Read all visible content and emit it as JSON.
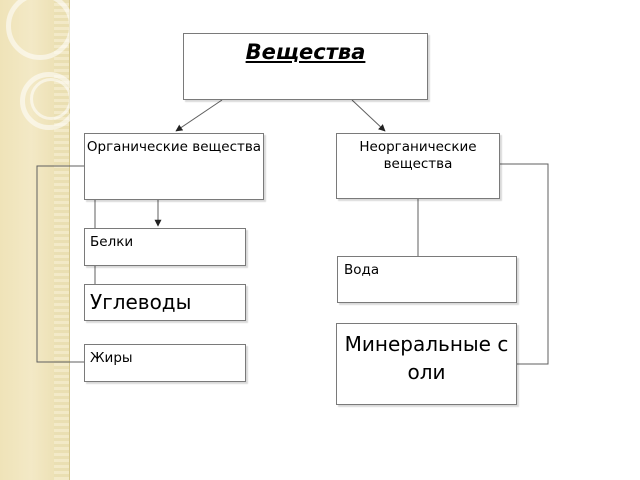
{
  "diagram": {
    "root": {
      "label": "Вещества"
    },
    "organic": {
      "label": "Органические вещества",
      "children": [
        "Белки",
        "Углеводы",
        "Жиры"
      ]
    },
    "inorganic": {
      "label": "Неорганические вещества",
      "children": [
        "Вода",
        "Минеральные соли"
      ]
    }
  },
  "colors": {
    "line": "#5f5f5f",
    "box_border": "#7a7a7a",
    "strip": "#efe3b8"
  }
}
